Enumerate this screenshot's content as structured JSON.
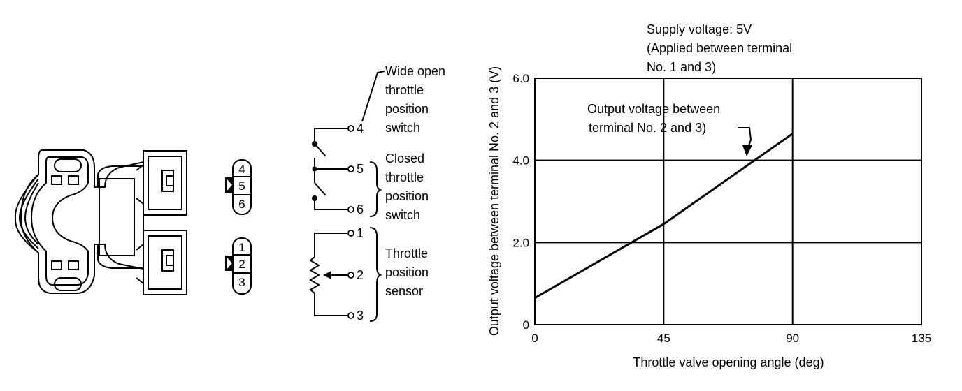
{
  "pin_groups": [
    {
      "pins": [
        "4",
        "5",
        "6"
      ]
    },
    {
      "pins": [
        "1",
        "2",
        "3"
      ]
    }
  ],
  "schematic": {
    "terminals": [
      "4",
      "5",
      "6",
      "1",
      "2",
      "3"
    ],
    "switch_wide_open": [
      "Wide open",
      "throttle",
      "position",
      "switch"
    ],
    "switch_closed": [
      "Closed",
      "throttle",
      "position",
      "switch"
    ],
    "sensor": [
      "Throttle",
      "position",
      "sensor"
    ]
  },
  "chart_data": {
    "type": "line",
    "title_lines": [
      "Supply voltage: 5V",
      "(Applied between terminal",
      "No. 1 and 3)"
    ],
    "xlabel": "Throttle valve opening angle (deg)",
    "ylabel": "Output voltage between terminal No. 2 and 3 (V)",
    "x_ticks": [
      "0",
      "45",
      "90",
      "135"
    ],
    "y_ticks": [
      "0",
      "2.0",
      "4.0",
      "6.0"
    ],
    "xlim": [
      0,
      135
    ],
    "ylim": [
      0,
      6
    ],
    "grid": true,
    "annotation_lines": [
      "Output voltage between",
      "terminal No. 2 and 3)"
    ],
    "series": [
      {
        "x": [
          0,
          45,
          90
        ],
        "y": [
          0.65,
          2.45,
          4.65
        ]
      }
    ]
  }
}
